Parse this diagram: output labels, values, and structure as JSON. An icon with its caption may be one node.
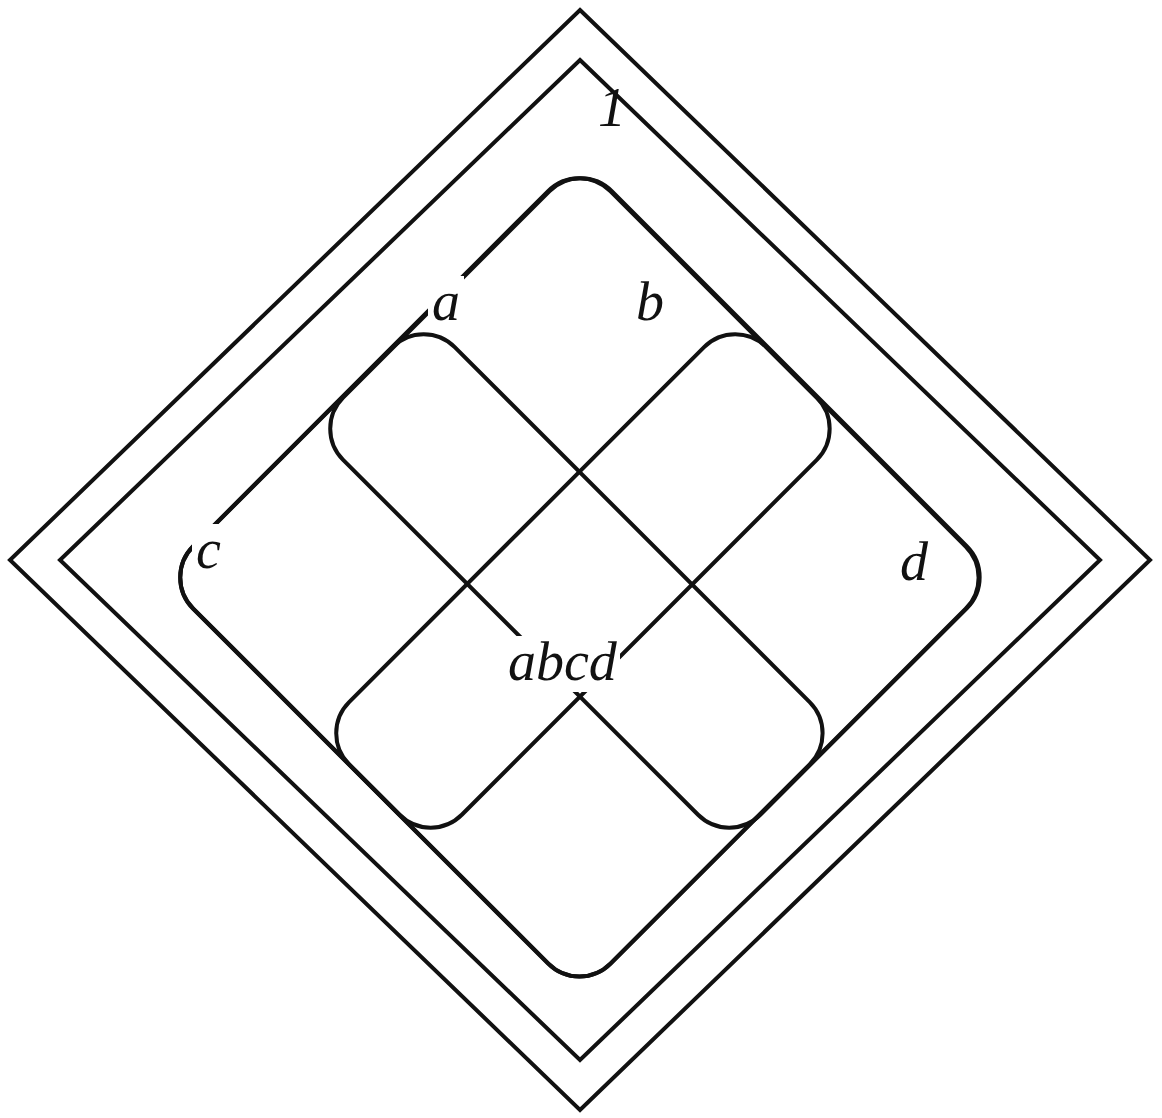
{
  "diagram": {
    "nodes": [
      {
        "text": [
          "1"
        ]
      },
      {
        "text": [],
        "shape": "box",
        "in": 0
      },
      {
        "text": [],
        "shape": "box",
        "in": 0
      },
      {
        "text": [],
        "shape": "box",
        "in": 0
      },
      {
        "text": [],
        "shape": "box",
        "in": 0
      }
    ],
    "edges": [],
    "labels": [
      "a",
      "b",
      "c",
      "d",
      "abcd"
    ]
  }
}
